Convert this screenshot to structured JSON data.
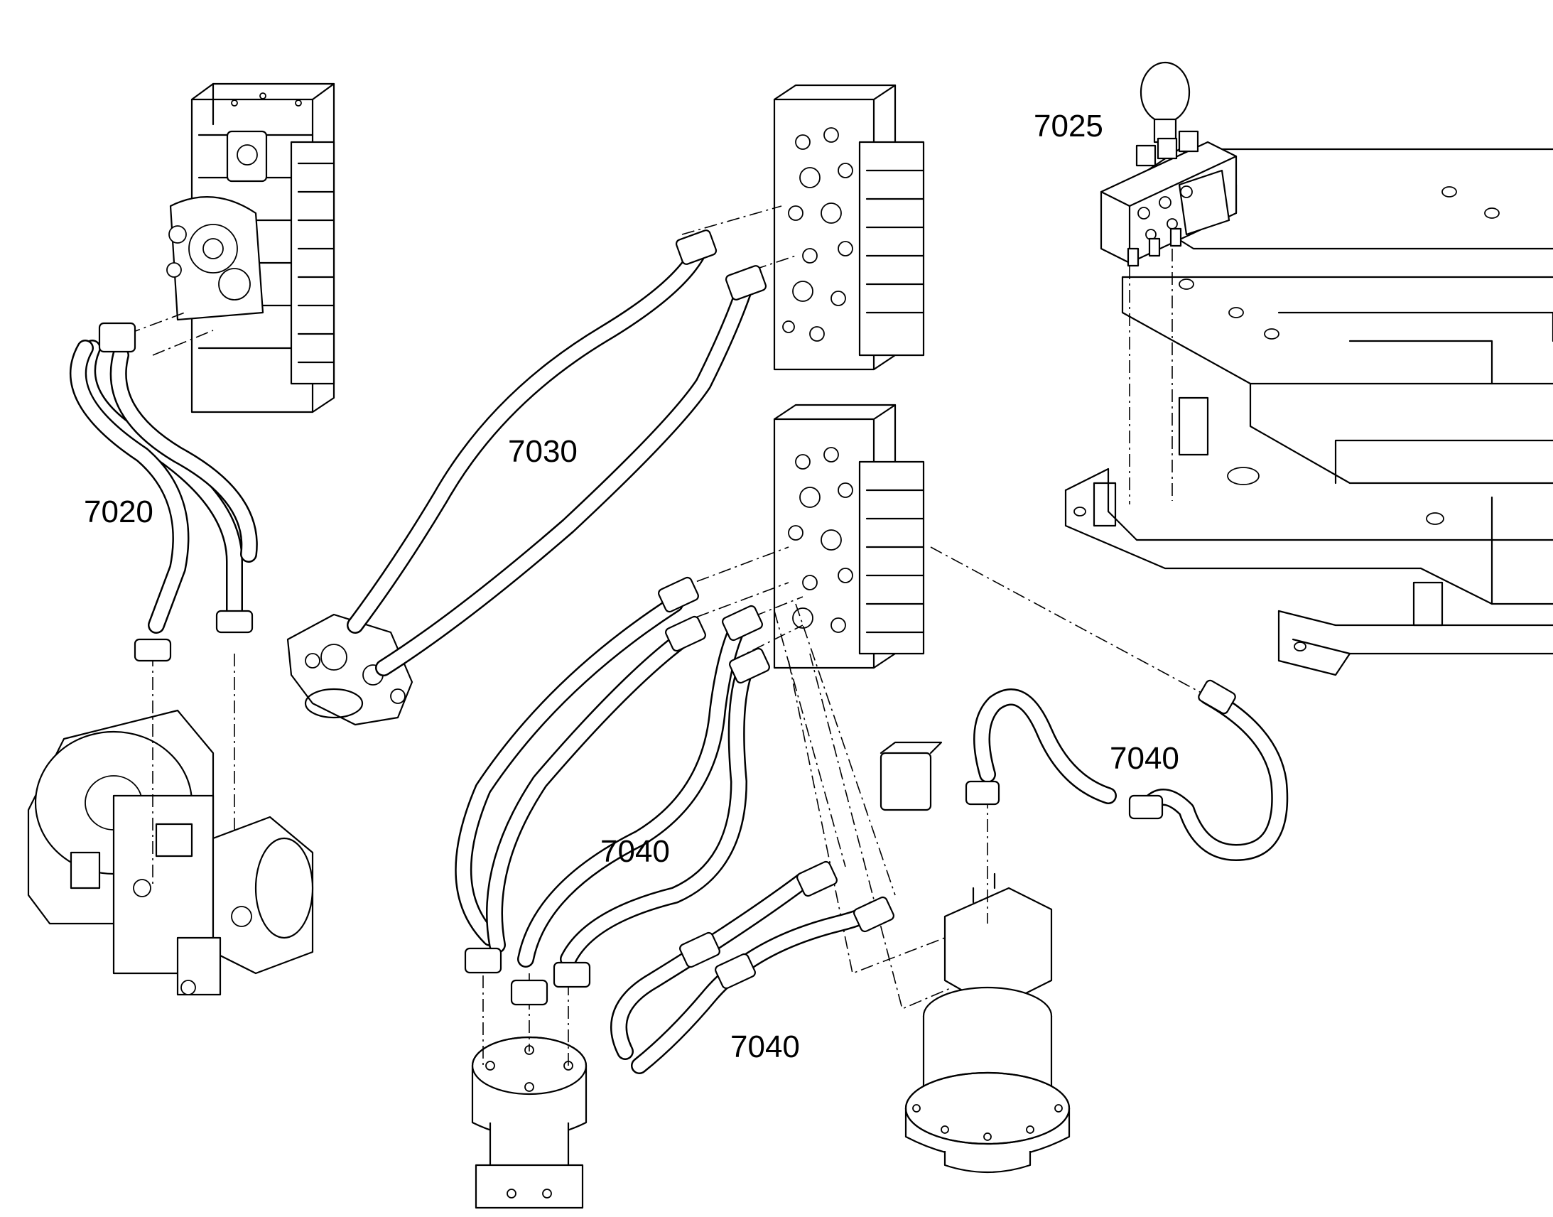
{
  "labels": {
    "hose_group_7020": "7020",
    "hose_group_7025": "7025",
    "hose_group_7030": "7030",
    "hose_group_7040_center": "7040",
    "hose_group_7040_right": "7040",
    "hose_group_7040_bottom": "7040"
  }
}
